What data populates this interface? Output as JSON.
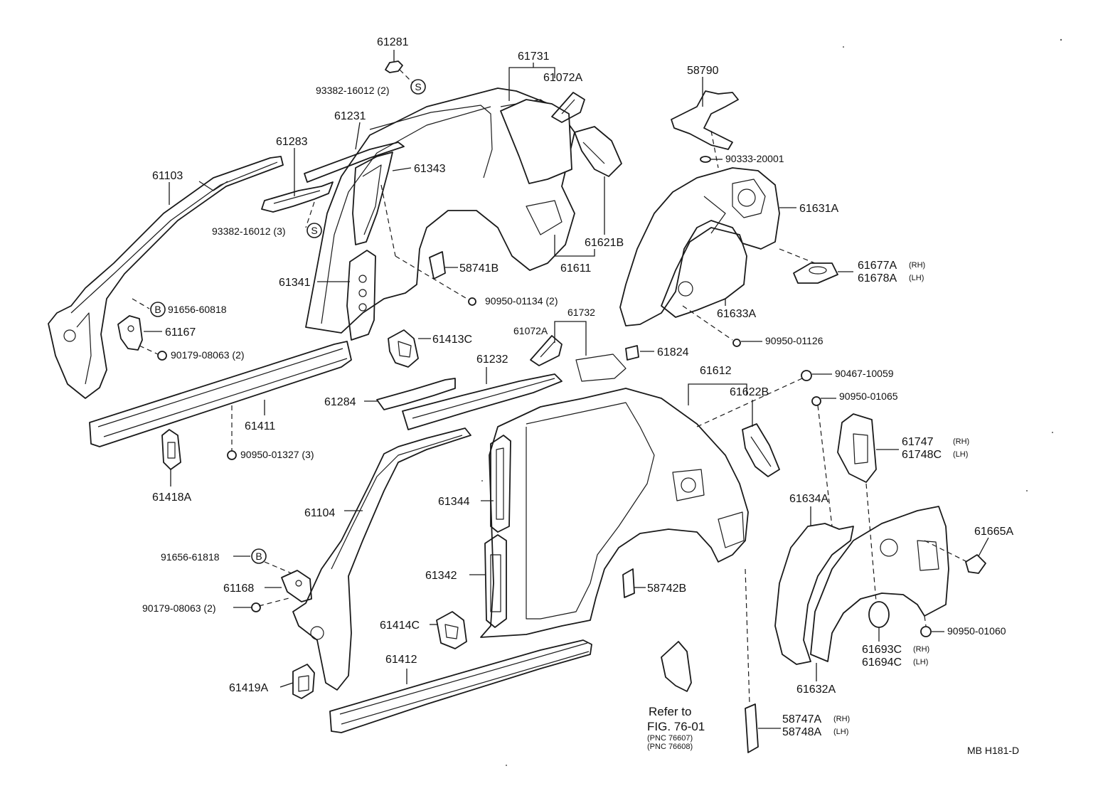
{
  "diagram": {
    "footer_code": "MB  H181-D",
    "reference_note": {
      "line1": "Refer to",
      "line2": "FIG. 76-01",
      "line3": "(PNC 76607)",
      "line4": "(PNC 76608)"
    },
    "labels": {
      "p61281": "61281",
      "p93382_16012_2": "93382-16012 (2)",
      "p61731": "61731",
      "p61072A_top": "61072A",
      "p61231": "61231",
      "p61283": "61283",
      "p61103": "61103",
      "p61343": "61343",
      "p93382_16012_3": "93382-16012 (3)",
      "p61621B": "61621B",
      "p61611": "61611",
      "p61341": "61341",
      "p58741B": "58741B",
      "p90950_01134": "90950-01134 (2)",
      "p91656_60818": "91656-60818",
      "p61167": "61167",
      "p90179_08063_top": "90179-08063 (2)",
      "p61413C": "61413C",
      "p61411": "61411",
      "p90950_01327": "90950-01327 (3)",
      "p61418A": "61418A",
      "p61732": "61732",
      "p61072A_mid": "61072A",
      "p61232": "61232",
      "p61284": "61284",
      "p58790": "58790",
      "p90333_20001": "90333-20001",
      "p61631A": "61631A",
      "p61677A": "61677A",
      "p61678A": "61678A",
      "p61633A": "61633A",
      "p90950_01126": "90950-01126",
      "p61824": "61824",
      "p61612": "61612",
      "p61622B": "61622B",
      "p90467_10059": "90467-10059",
      "p90950_01065": "90950-01065",
      "p61747": "61747",
      "p61748C": "61748C",
      "p61634A": "61634A",
      "p61665A": "61665A",
      "p61104": "61104",
      "p61344": "61344",
      "p91656_61818": "91656-61818",
      "p61168": "61168",
      "p90179_08063_bot": "90179-08063 (2)",
      "p61342": "61342",
      "p58742B": "58742B",
      "p61414C": "61414C",
      "p61412": "61412",
      "p61419A": "61419A",
      "p61693C": "61693C",
      "p61694C": "61694C",
      "p90950_01060": "90950-01060",
      "p61632A": "61632A",
      "p58747A": "58747A",
      "p58748A": "58748A"
    },
    "side_tags": {
      "rh": "(RH)",
      "lh": "(LH)"
    },
    "symbols": {
      "screw": "S",
      "bolt": "B"
    }
  }
}
